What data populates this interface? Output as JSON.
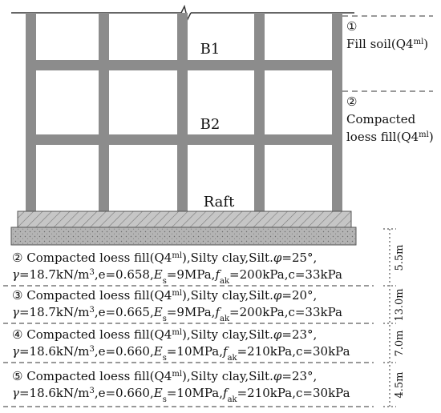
{
  "floors": [
    {
      "label": "B1"
    },
    {
      "label": "B2"
    },
    {
      "label": "Raft"
    }
  ],
  "right_legend": [
    {
      "num": "①",
      "line1": "Fill soil(Q4",
      "sup1": "ml",
      "tail1": ")",
      "line2": ""
    },
    {
      "num": "②",
      "line1": "Compacted",
      "sup1": "",
      "tail1": "",
      "line2": "loess fill(Q4",
      "sup2": "ml",
      "tail2": ")"
    }
  ],
  "layers": [
    {
      "num": "②",
      "name": "Compacted loess fill(Q4",
      "sup": "ml",
      "rest": "),Silty clay,Silt.",
      "phi": "=25°,",
      "gamma": "=18.7kN/m",
      "gamma_exp": "3",
      "e": ",e=0.658,",
      "Es": "=9MPa,",
      "fak": "=200kPa,c=33kPa",
      "thickness": "5.5m"
    },
    {
      "num": "③",
      "name": "Compacted loess fill(Q4",
      "sup": "ml",
      "rest": "),Silty clay,Silt.",
      "phi": "=20°,",
      "gamma": "=18.7kN/m",
      "gamma_exp": "3",
      "e": ",e=0.665,",
      "Es": "=9MPa,",
      "fak": "=200kPa,c=33kPa",
      "thickness": "13.0m"
    },
    {
      "num": "④",
      "name": "Compacted loess fill(Q4",
      "sup": "ml",
      "rest": "),Silty clay,Silt.",
      "phi": "=23°,",
      "gamma": "=18.6kN/m",
      "gamma_exp": "3",
      "e": ",e=0.660,",
      "Es": "=10MPa,",
      "fak": "=210kPa,c=30kPa",
      "thickness": "7.0m"
    },
    {
      "num": "⑤",
      "name": "Compacted loess fill(Q4",
      "sup": "ml",
      "rest": "),Silty clay,Silt.",
      "phi": "=23°,",
      "gamma": "=18.6kN/m",
      "gamma_exp": "3",
      "e": ",e=0.660,",
      "Es": "=10MPa,",
      "fak": "=210kPa,c=30kPa",
      "thickness": "4.5m"
    }
  ],
  "symbols": {
    "phi": "φ",
    "gamma": "γ",
    "E": "E",
    "E_sub": "s",
    "f": "f",
    "f_sub": "ak"
  },
  "colors": {
    "structure": "#8c8c8c",
    "foundation": "#bdbdbd",
    "ink": "#111111"
  }
}
